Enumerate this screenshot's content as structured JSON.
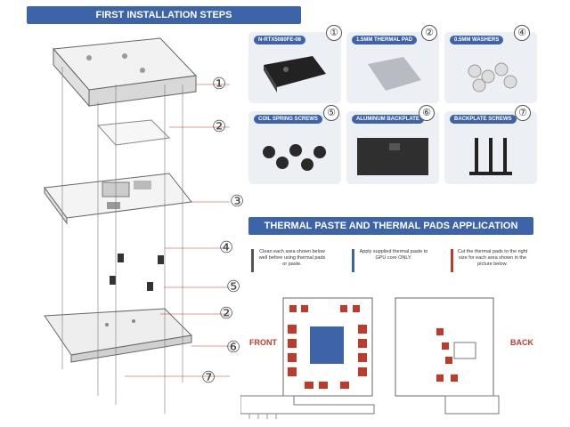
{
  "sections": {
    "installation_title": "FIRST INSTALLATION STEPS",
    "thermal_title": "THERMAL PASTE AND THERMAL PADS APPLICATION"
  },
  "parts": [
    {
      "number": "①",
      "label": "N-RTX5080FE-08"
    },
    {
      "number": "②",
      "label": "1.5MM THERMAL PAD"
    },
    {
      "number": "④",
      "label": "0.5MM WASHERS"
    },
    {
      "number": "⑤",
      "label": "COIL SPRING SCREWS"
    },
    {
      "number": "⑥",
      "label": "ALUMINUM BACKPLATE"
    },
    {
      "number": "⑦",
      "label": "BACKPLATE SCREWS"
    }
  ],
  "callouts": [
    "①",
    "②",
    "③",
    "④",
    "⑤",
    "②",
    "⑥",
    "⑦"
  ],
  "instructions": [
    {
      "text": "Clean each area shown below well before using thermal pads or paste.",
      "color": "#555555"
    },
    {
      "text": "Apply supplied thermal paste to GPU core ONLY.",
      "color": "#3d64a8"
    },
    {
      "text": "Cut the thermal pads to the right size for each area shown in the picture below.",
      "color": "#c0392b"
    }
  ],
  "board_labels": {
    "front": "FRONT",
    "back": "BACK"
  },
  "colors": {
    "accent": "#3d64a8",
    "pad_red": "#c0392b",
    "paste_blue": "#3d64a8"
  }
}
